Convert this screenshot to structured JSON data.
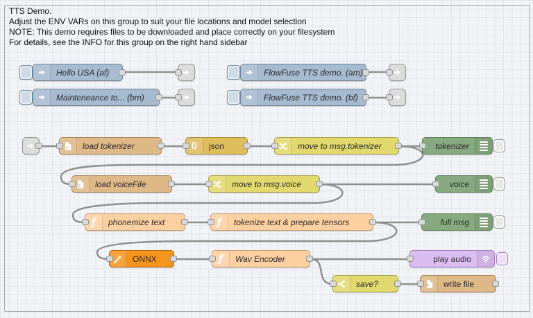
{
  "note": {
    "lines": [
      "TTS Demo.",
      "Adjust the ENV VARs on this group to suit your file locations and model selection",
      "NOTE: This demo requires files to be downloaded and place correctly on your filesystem",
      "For details, see the INFO for this group on the right hand sidebar"
    ]
  },
  "nodes": {
    "inject_hello": {
      "label": "Hello USA (af)"
    },
    "inject_maintenance": {
      "label": "Mainteneance to... (bm)"
    },
    "inject_am": {
      "label": "FlowFuse TTS demo. (am)"
    },
    "inject_bf": {
      "label": "FlowFuse TTS demo. (bf)"
    },
    "load_tokenizer": {
      "label": "load tokenizer"
    },
    "json": {
      "label": "json"
    },
    "move_tokenizer": {
      "label": "move to msg.tokenizer"
    },
    "debug_tokenizer": {
      "label": "tokenizer"
    },
    "load_voicefile": {
      "label": "load voiceFile"
    },
    "move_voice": {
      "label": "move to msg.voice"
    },
    "debug_voice": {
      "label": "voice"
    },
    "phonemize": {
      "label": "phonemize text"
    },
    "tokenize": {
      "label": "tokenize text & prepare tensors"
    },
    "debug_fullmsg": {
      "label": "full msg"
    },
    "onnx": {
      "label": "ONNX"
    },
    "wav_encoder": {
      "label": "Wav Encoder"
    },
    "play_audio": {
      "label": "play audio"
    },
    "save": {
      "label": "save?"
    },
    "write_file": {
      "label": "write file"
    }
  },
  "icons": {
    "json_braces": "{}",
    "function_f": "ƒ"
  },
  "colors": {
    "inject": "#a6bbcf",
    "link": "#dcdcdc",
    "file": "#deb887",
    "json": "#debd5c",
    "change": "#e2d96e",
    "switch": "#e2d96e",
    "debug": "#87a980",
    "function": "#fdd0a2",
    "onnx": "#f7941e",
    "play_audio": "#dcbdf2",
    "wire": "#8f8f8f",
    "canvas": "#f2f3f7",
    "grid": "#e4e6ec",
    "group_border": "#a6a6a6"
  }
}
